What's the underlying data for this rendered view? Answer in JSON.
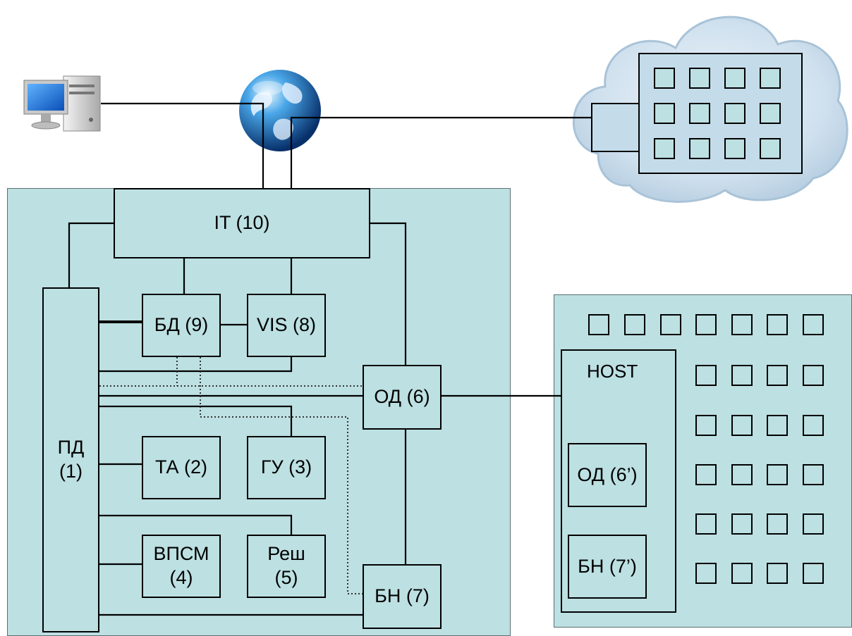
{
  "boxes": {
    "it": "IT (10)",
    "pd": "ПД\n(1)",
    "bd": "БД (9)",
    "vis": "VIS (8)",
    "od": "ОД (6)",
    "ta": "ТА (2)",
    "gu": "ГУ (3)",
    "vpsm": "ВПСМ\n(4)",
    "resh": "Реш\n(5)",
    "bn": "БН (7)"
  },
  "host": {
    "label": "HOST",
    "od": "ОД (6’)",
    "bn": "БН (7’)"
  },
  "icons": {
    "computer": "computer-icon",
    "globe": "globe-icon",
    "cloud": "cloud-icon"
  },
  "colors": {
    "panel": "#bde0e2",
    "line": "#000000"
  }
}
